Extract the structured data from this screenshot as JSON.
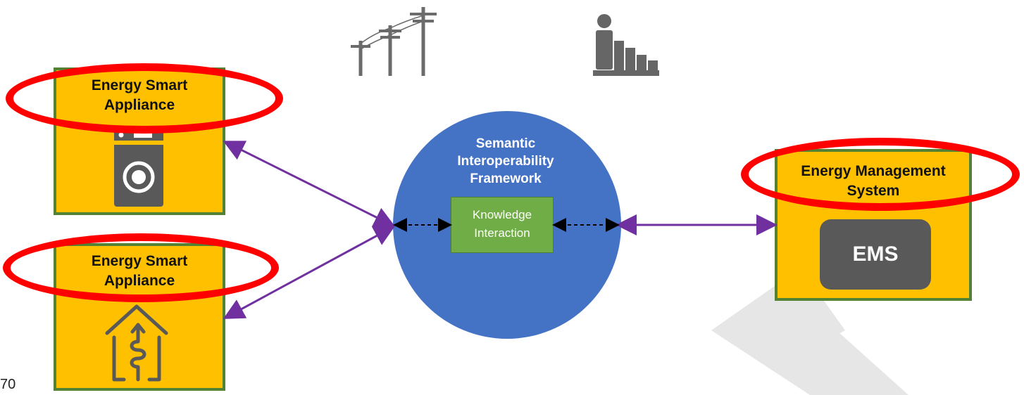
{
  "page_number": "70",
  "appliance_top": {
    "title": "Energy Smart\nAppliance",
    "icon": "washing-machine-icon"
  },
  "appliance_bottom": {
    "title": "Energy Smart\nAppliance",
    "icon": "house-heat-pump-icon"
  },
  "framework": {
    "title": "Semantic\nInteroperability\nFramework",
    "knowledge": "Knowledge\nInteraction"
  },
  "ems_box": {
    "title": "Energy Management\nSystem",
    "inner_label": "EMS"
  },
  "icons": {
    "power_lines": "power-lines-icon",
    "person_steps": "person-steps-icon"
  },
  "colors": {
    "box_fill": "#FFC000",
    "box_border": "#548235",
    "highlight": "#FF0000",
    "circle": "#4472C4",
    "knowledge": "#70AD47",
    "arrow": "#7030A0",
    "ems": "#595959"
  }
}
